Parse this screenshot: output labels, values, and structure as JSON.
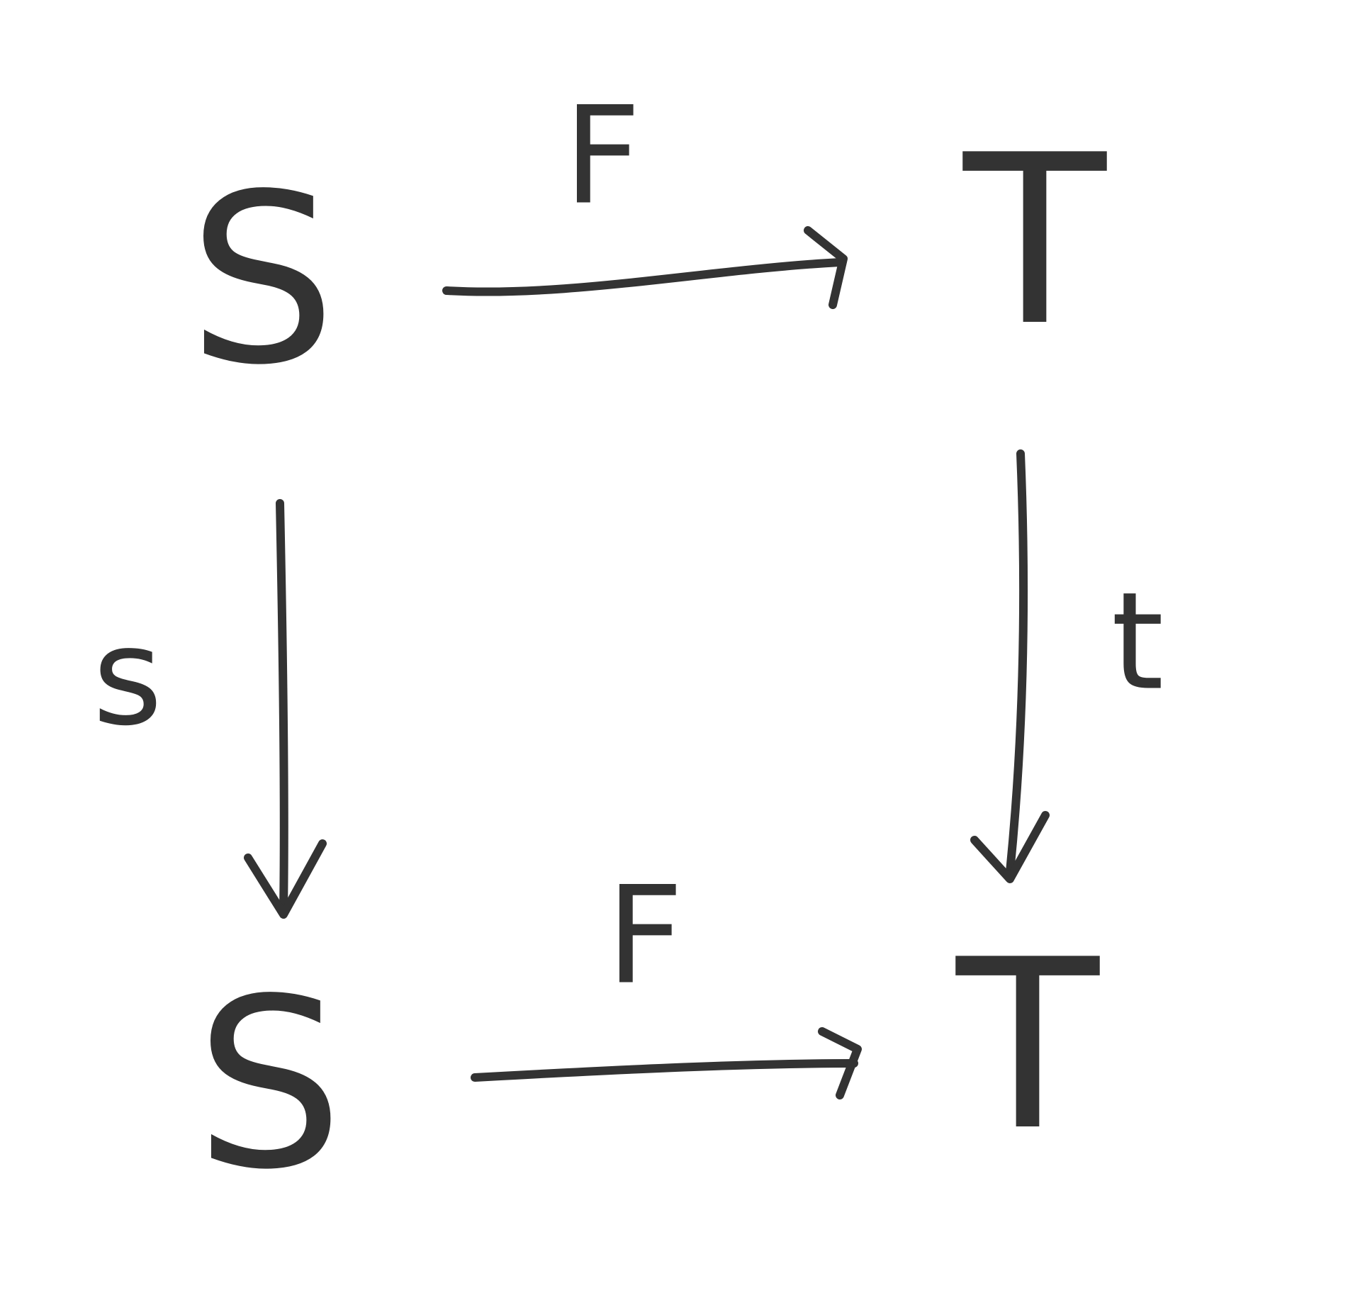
{
  "diagram": {
    "objects": {
      "top_left": "S",
      "top_right": "T",
      "bottom_left": "S",
      "bottom_right": "T"
    },
    "arrows": {
      "top": {
        "label": "F",
        "from": "top_left",
        "to": "top_right"
      },
      "bottom": {
        "label": "F",
        "from": "bottom_left",
        "to": "bottom_right"
      },
      "left": {
        "label": "s",
        "from": "top_left",
        "to": "bottom_left"
      },
      "right": {
        "label": "t",
        "from": "top_right",
        "to": "bottom_right"
      }
    },
    "ink_color": "#333333"
  }
}
